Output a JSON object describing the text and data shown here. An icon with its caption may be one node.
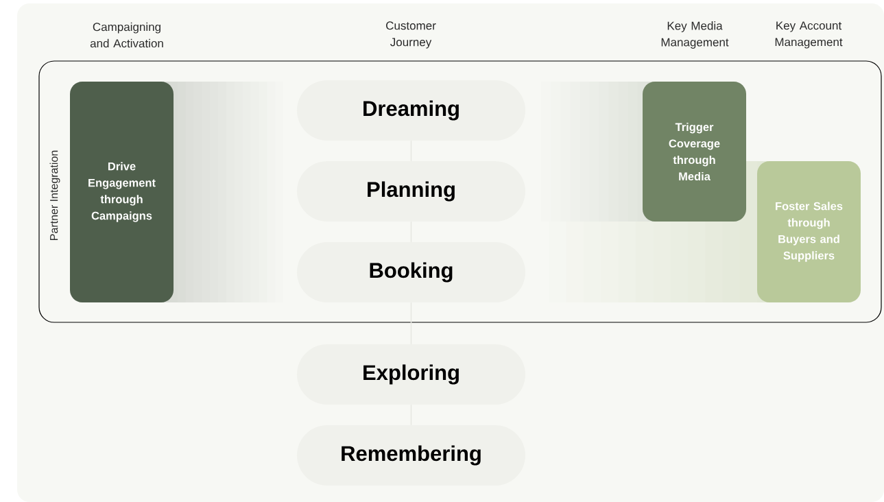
{
  "diagram": {
    "nodes": [
      {
        "text": [
          "Partner Integration"
        ]
      },
      {
        "text": [
          "Drive Engagement through Campaigns"
        ],
        "in": 0
      },
      {
        "text": [
          "Dreaming"
        ],
        "in": 0
      },
      {
        "text": [
          "Planning"
        ],
        "in": 0
      },
      {
        "text": [
          "Booking"
        ],
        "in": 0
      },
      {
        "text": [
          "Trigger Coverage through Media"
        ],
        "in": 0
      },
      {
        "text": [
          "Foster Sales through Buyers and Suppliers"
        ],
        "in": 0
      },
      {
        "text": [
          "Exploring"
        ]
      },
      {
        "text": [
          "Remembering"
        ]
      }
    ],
    "edges": [
      {
        "from": 2,
        "to": 3,
        "arrow": "none"
      },
      {
        "from": 3,
        "to": 4,
        "arrow": "none"
      },
      {
        "from": 4,
        "to": 7,
        "arrow": "none"
      },
      {
        "from": 7,
        "to": 8,
        "arrow": "none"
      }
    ],
    "labels": [
      "Campaigning and Activation",
      "Customer Journey",
      "Key Media Management",
      "Key Account Management"
    ]
  }
}
